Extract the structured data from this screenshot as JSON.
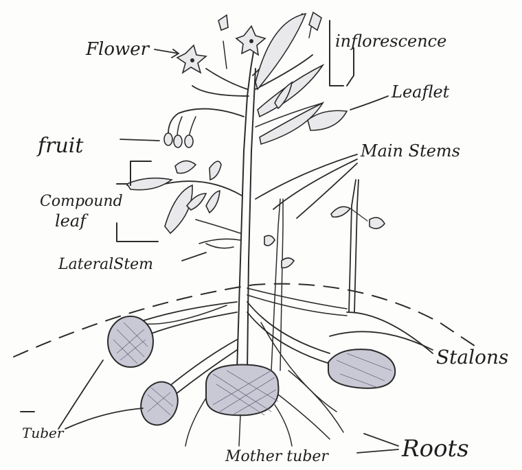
{
  "labels": {
    "flower": "Flower",
    "inflorescence": "inflorescence",
    "leaflet": "Leaflet",
    "fruit": "fruit",
    "main_stems": "Main Stems",
    "compound_leaf_line1": "Compound",
    "compound_leaf_line2": "leaf",
    "lateral_stem": "LateralStem",
    "stalons": "Stalons",
    "tuber": "Tuber",
    "mother_tuber": "Mother tuber",
    "roots": "Roots"
  }
}
